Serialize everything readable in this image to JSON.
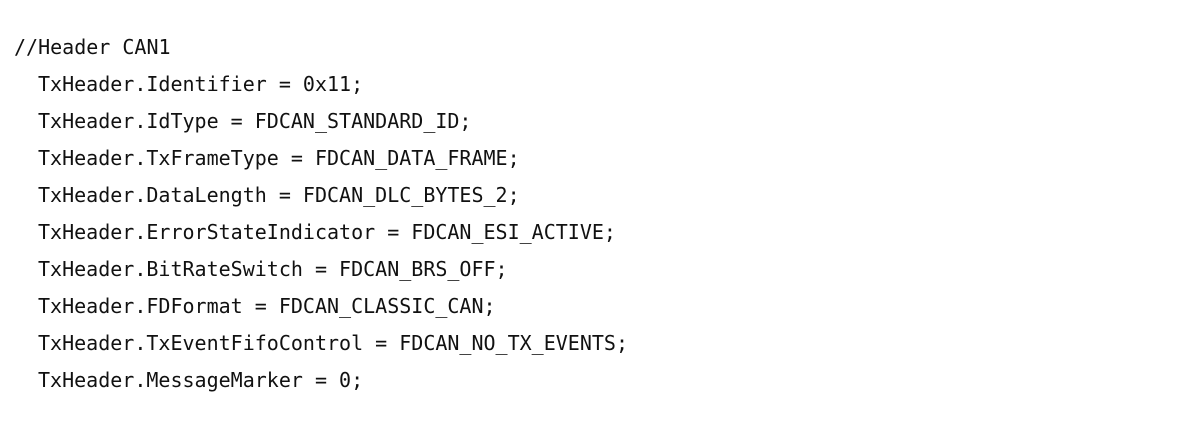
{
  "code": {
    "comment": "//Header CAN1",
    "lines": [
      "TxHeader.Identifier = 0x11;",
      "TxHeader.IdType = FDCAN_STANDARD_ID;",
      "TxHeader.TxFrameType = FDCAN_DATA_FRAME;",
      "TxHeader.DataLength = FDCAN_DLC_BYTES_2;",
      "TxHeader.ErrorStateIndicator = FDCAN_ESI_ACTIVE;",
      "TxHeader.BitRateSwitch = FDCAN_BRS_OFF;",
      "TxHeader.FDFormat = FDCAN_CLASSIC_CAN;",
      "TxHeader.TxEventFifoControl = FDCAN_NO_TX_EVENTS;",
      "TxHeader.MessageMarker = 0;"
    ]
  }
}
